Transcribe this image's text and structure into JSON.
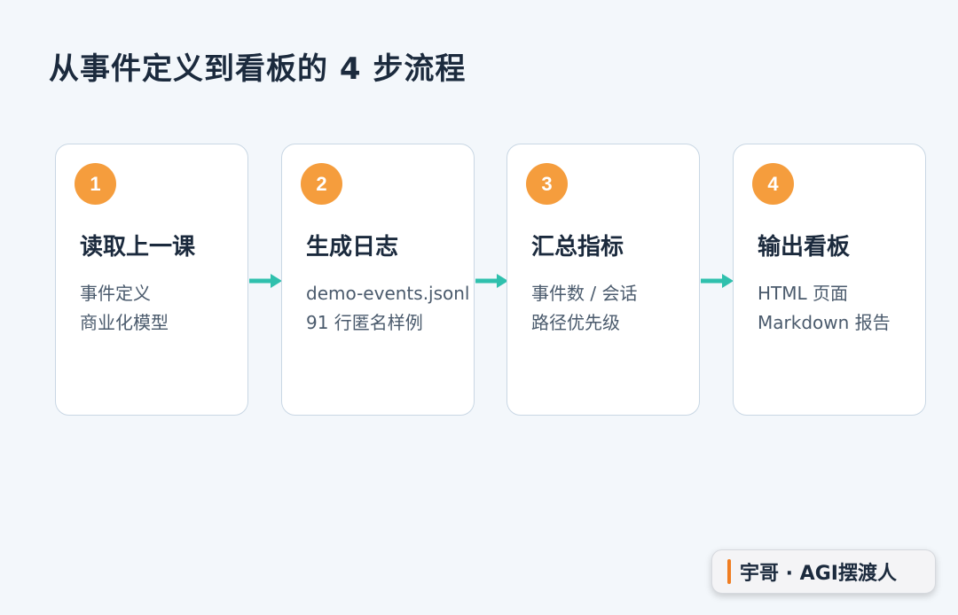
{
  "title": "从事件定义到看板的 4 步流程",
  "steps": [
    {
      "number": "1",
      "title": "读取上一课",
      "lines": [
        "事件定义",
        "商业化模型"
      ]
    },
    {
      "number": "2",
      "title": "生成日志",
      "lines": [
        "demo-events.jsonl",
        "91 行匿名样例"
      ]
    },
    {
      "number": "3",
      "title": "汇总指标",
      "lines": [
        "事件数 / 会话",
        "路径优先级"
      ]
    },
    {
      "number": "4",
      "title": "输出看板",
      "lines": [
        "HTML 页面",
        "Markdown 报告"
      ]
    }
  ],
  "colors": {
    "badge": "#f59d3d",
    "arrow": "#2fc0ad",
    "accent_bar": "#f07d22"
  },
  "brand": {
    "text": "宇哥 · AGI摆渡人"
  }
}
